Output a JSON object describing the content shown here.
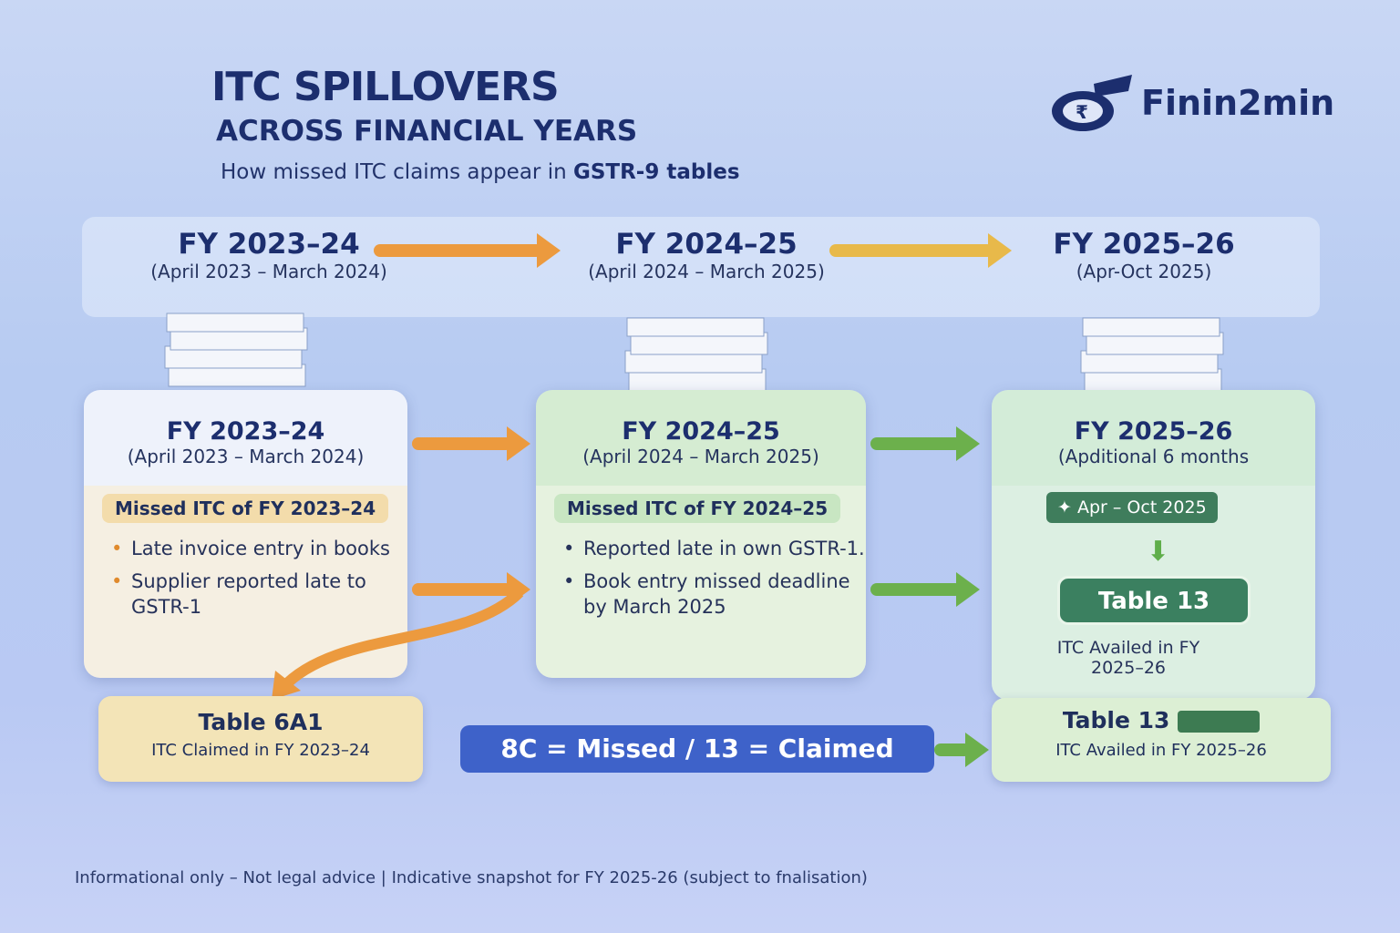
{
  "header": {
    "title": "ITC SPILLOVERS",
    "subtitle": "ACROSS FINANCIAL YEARS",
    "tagline_prefix": "How missed ITC claims appear in ",
    "tagline_bold": "GSTR-9 tables"
  },
  "logo": {
    "text": "Finin2min"
  },
  "timeline": [
    {
      "year": "FY 2023–24",
      "range": "(April 2023 – March 2024)"
    },
    {
      "year": "FY 2024–25",
      "range": "(April 2024 – March 2025)"
    },
    {
      "year": "FY 2025–26",
      "range": "(Apr-Oct 2025)"
    }
  ],
  "cards": [
    {
      "year": "FY 2023–24",
      "range": "(April 2023 – March 2024)",
      "pill": "Missed ITC of FY 2023–24",
      "items": [
        "Late invoice entry in books",
        "Supplier reported late to GSTR-1"
      ]
    },
    {
      "year": "FY 2024–25",
      "range": "(April 2024 – March 2025)",
      "pill": "Missed ITC of FY 2024–25",
      "items": [
        "Reported late in own GSTR-1.",
        "Book entry missed deadline by March 2025"
      ]
    },
    {
      "year": "FY 2025–26",
      "range": "(Apditional 6 months",
      "period": "Apr – Oct 2025",
      "table": "Table 13",
      "table_desc": "ITC Availed in FY 2025–26"
    }
  ],
  "bottom": {
    "table6a1": "Table 6A1",
    "table6a1_desc": "ITC Claimed in FY 2023–24",
    "equation": "8C = Missed / 13 = Claimed",
    "table13": "Table 13",
    "table13_desc": "ITC Availed in FY 2025–26"
  },
  "footer": "Informational only – Not legal advice | Indicative snapshot for FY 2025-26 (subject to fnalisation)"
}
